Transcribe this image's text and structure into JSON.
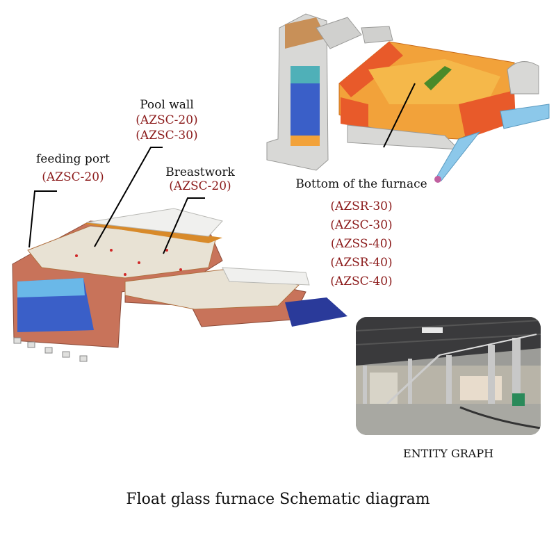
{
  "title": "Float glass furnace Schematic diagram",
  "labels": {
    "pool_wall": {
      "name": "Pool wall",
      "codes": [
        "(AZSC-20)",
        "(AZSC-30)"
      ]
    },
    "feeding_port": {
      "name": "feeding port",
      "codes": [
        "(AZSC-20)"
      ]
    },
    "breastwork": {
      "name": "Breastwork",
      "codes": [
        "(AZSC-20)"
      ]
    },
    "bottom_of_furnace": {
      "name": "Bottom of the furnace",
      "codes": [
        "(AZSR-30)",
        "(AZSC-30)",
        "(AZSS-40)",
        "(AZSR-40)",
        "(AZSC-40)"
      ]
    }
  },
  "photo": {
    "caption": "ENTITY GRAPH"
  },
  "colors": {
    "code_text": "#8b1a1a",
    "brick": "#c8735a",
    "refractory_orange": "#f2a23a",
    "regenerator_blue": "#3a5fc8",
    "leader_line": "#000000"
  }
}
